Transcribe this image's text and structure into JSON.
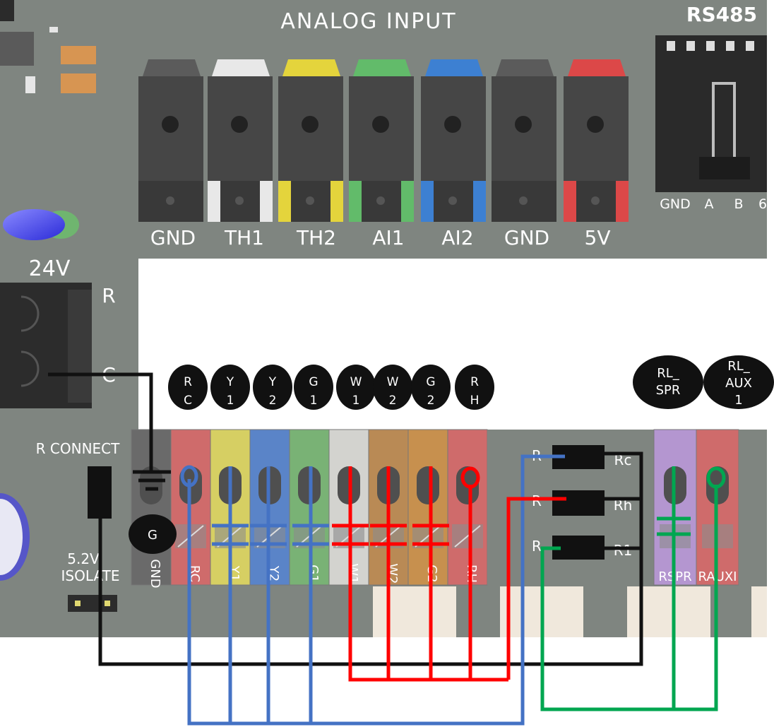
{
  "board": {
    "title": "ANALOG INPUT",
    "rs485_title": "RS485",
    "power_label": "24V",
    "power_pins": [
      "R",
      "C"
    ],
    "r_connect": "R CONNECT",
    "isolate": [
      "5.2V",
      "ISOLATE"
    ],
    "analog_labels": [
      "GND",
      "TH1",
      "TH2",
      "AI1",
      "AI2",
      "GND",
      "5V"
    ],
    "analog_cap_colors": [
      "#5b5b5b",
      "#e8e8e8",
      "#e4d43c",
      "#62bb6a",
      "#3d80d2",
      "#5b5b5b",
      "#dc4848"
    ],
    "rs485_labels": [
      "GND",
      "A",
      "B",
      "6"
    ],
    "terminal_labels": [
      "GND",
      "RC",
      "Y1",
      "Y2",
      "G1",
      "W1",
      "W2",
      "G2",
      "RH"
    ],
    "terminal_colors": [
      "#6a6a6a",
      "#cf6b6b",
      "#d6cf63",
      "#5a84c8",
      "#79b275",
      "#d3d3cf",
      "#b98a55",
      "#c7904e",
      "#cf6b6b"
    ],
    "relay_terminals": [
      {
        "label": "RSPR",
        "color": "#b496d0"
      },
      {
        "label": "RAUXI",
        "color": "#cf6b6b"
      }
    ],
    "relay_pin_left": [
      "R",
      "R",
      "R"
    ],
    "relay_pin_right": [
      "Rc",
      "Rh",
      "R1"
    ]
  },
  "callouts": {
    "terminals": [
      [
        "R",
        "C"
      ],
      [
        "Y",
        "1"
      ],
      [
        "Y",
        "2"
      ],
      [
        "G",
        "1"
      ],
      [
        "W",
        "1"
      ],
      [
        "W",
        "2"
      ],
      [
        "G",
        "2"
      ],
      [
        "R",
        "H"
      ]
    ],
    "ground": "G",
    "rl_spr": [
      "RL_",
      "SPR"
    ],
    "rl_aux": [
      "RL_",
      "AUX",
      "1"
    ]
  },
  "colors": {
    "black": "#111111",
    "blue": "#4472c4",
    "red": "#ff0000",
    "green": "#00a650"
  }
}
